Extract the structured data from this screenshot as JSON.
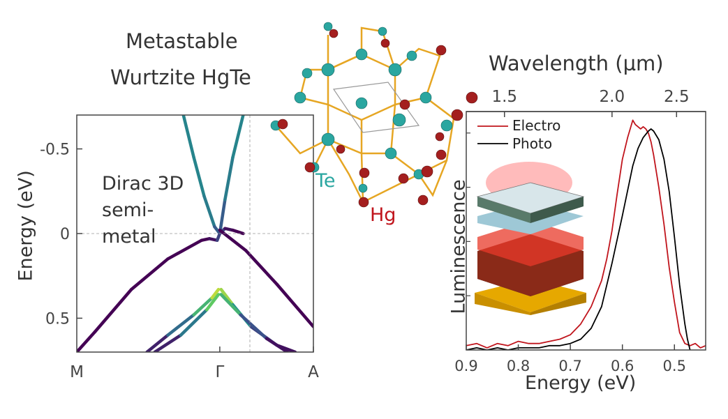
{
  "headline": {
    "line1": "Metastable",
    "line2": "Wurtzite HgTe"
  },
  "atoms": {
    "te": "Te",
    "hg": "Hg"
  },
  "band_annotation": {
    "line1": "Dirac 3D",
    "line2": "semi-",
    "line3": "metal"
  },
  "colors": {
    "te": "#2aa6a0",
    "hg": "#a41f1f",
    "bond": "#e6a623",
    "electro": "#c0141c",
    "photo": "#000000"
  },
  "chart_data": [
    {
      "type": "line",
      "ylabel": "Energy (eV)",
      "ylim": [
        0.7,
        -0.7
      ],
      "yticks": [
        {
          "v": -0.5,
          "label": "-0.5"
        },
        {
          "v": 0,
          "label": "0"
        },
        {
          "v": 0.5,
          "label": "0.5"
        }
      ],
      "xticks": [
        {
          "v": 0,
          "label": "M"
        },
        {
          "v": 1,
          "label": "Γ"
        },
        {
          "v": 1.36,
          "label": "A"
        }
      ],
      "xlim": [
        0,
        1.36
      ],
      "visible_xlim": [
        0.45,
        1.36
      ],
      "series": [
        {
          "x": [
            0.86,
            0.9,
            0.94,
            0.98,
            1.0
          ],
          "y": [
            -0.7,
            -0.45,
            -0.22,
            -0.04,
            0.0
          ],
          "cvals": [
            0.45,
            0.45,
            0.45,
            0.38,
            0.2
          ]
        },
        {
          "x": [
            1.0,
            1.02,
            1.05,
            1.09
          ],
          "y": [
            0.0,
            -0.2,
            -0.45,
            -0.7
          ],
          "cvals": [
            0.2,
            0.38,
            0.45,
            0.45
          ]
        },
        {
          "x": [
            0.93,
            0.96,
            0.99,
            1.0,
            1.02,
            1.05,
            1.09
          ],
          "y": [
            0.04,
            0.03,
            0.04,
            0.0,
            -0.03,
            -0.02,
            0.0
          ],
          "cvals": [
            0,
            0,
            0.1,
            0.3,
            0.1,
            0,
            0
          ]
        },
        {
          "x": [
            1.0,
            1.1,
            1.22,
            1.36
          ],
          "y": [
            -0.02,
            0.1,
            0.3,
            0.55
          ],
          "cvals": [
            0,
            0,
            0,
            0
          ]
        },
        {
          "x": [
            0.93,
            0.8,
            0.66,
            0.52,
            0.45
          ],
          "y": [
            0.04,
            0.15,
            0.33,
            0.58,
            0.7
          ],
          "cvals": [
            0,
            0,
            0,
            0,
            0
          ]
        },
        {
          "x": [
            0.72,
            0.8,
            0.9,
            0.97,
            0.995
          ],
          "y": [
            0.7,
            0.6,
            0.48,
            0.38,
            0.33
          ],
          "cvals": [
            0,
            0.2,
            0.5,
            0.8,
            1
          ]
        },
        {
          "x": [
            1.005,
            1.05,
            1.12,
            1.22,
            1.29
          ],
          "y": [
            0.33,
            0.42,
            0.55,
            0.66,
            0.7
          ],
          "cvals": [
            1,
            0.7,
            0.3,
            0.1,
            0
          ]
        },
        {
          "x": [
            0.75,
            0.85,
            0.95,
            0.995
          ],
          "y": [
            0.7,
            0.6,
            0.45,
            0.36
          ],
          "cvals": [
            0,
            0.2,
            0.6,
            0.9
          ]
        },
        {
          "x": [
            1.005,
            1.08,
            1.18,
            1.26
          ],
          "y": [
            0.36,
            0.48,
            0.62,
            0.7
          ],
          "cvals": [
            0.9,
            0.4,
            0.1,
            0
          ]
        }
      ]
    },
    {
      "type": "line",
      "xlabel": "Energy (eV)",
      "ylabel": "Luminescence",
      "xlim": [
        0.9,
        0.44
      ],
      "ylim": [
        0,
        1.1
      ],
      "xticks": [
        {
          "v": 0.9,
          "label": "0.9"
        },
        {
          "v": 0.8,
          "label": "0.8"
        },
        {
          "v": 0.7,
          "label": "0.7"
        },
        {
          "v": 0.6,
          "label": "0.6"
        },
        {
          "v": 0.5,
          "label": "0.5"
        }
      ],
      "top_axis": {
        "label": "Wavelength (µm)",
        "ticks": [
          {
            "v": 1.5,
            "label": "1.5"
          },
          {
            "v": 2.0,
            "label": "2.0"
          },
          {
            "v": 2.5,
            "label": "2.5"
          }
        ]
      },
      "legend_position": "top-left",
      "series": [
        {
          "name": "Electro",
          "x": [
            0.9,
            0.88,
            0.86,
            0.84,
            0.82,
            0.8,
            0.78,
            0.76,
            0.74,
            0.72,
            0.7,
            0.68,
            0.66,
            0.64,
            0.63,
            0.62,
            0.61,
            0.6,
            0.59,
            0.58,
            0.575,
            0.57,
            0.565,
            0.56,
            0.555,
            0.55,
            0.545,
            0.54,
            0.53,
            0.52,
            0.51,
            0.5,
            0.49,
            0.48,
            0.47,
            0.46,
            0.45,
            0.44
          ],
          "y": [
            0.02,
            0.03,
            0.01,
            0.03,
            0.02,
            0.04,
            0.03,
            0.03,
            0.04,
            0.05,
            0.07,
            0.12,
            0.2,
            0.32,
            0.42,
            0.55,
            0.72,
            0.88,
            0.98,
            1.06,
            1.04,
            1.03,
            1.02,
            1.03,
            1.02,
            1.0,
            0.96,
            0.9,
            0.75,
            0.58,
            0.38,
            0.22,
            0.08,
            0.03,
            0.02,
            0.03,
            0.01,
            0.02
          ]
        },
        {
          "name": "Photo",
          "x": [
            0.9,
            0.88,
            0.86,
            0.84,
            0.82,
            0.8,
            0.78,
            0.76,
            0.74,
            0.72,
            0.7,
            0.68,
            0.66,
            0.64,
            0.62,
            0.6,
            0.58,
            0.57,
            0.56,
            0.55,
            0.545,
            0.54,
            0.53,
            0.52,
            0.51,
            0.5,
            0.49,
            0.48,
            0.475,
            0.47
          ],
          "y": [
            0.0,
            0.01,
            0.0,
            0.01,
            0.0,
            0.01,
            0.01,
            0.01,
            0.02,
            0.02,
            0.03,
            0.05,
            0.1,
            0.2,
            0.4,
            0.62,
            0.85,
            0.93,
            0.98,
            1.01,
            1.02,
            1.01,
            0.97,
            0.88,
            0.73,
            0.52,
            0.3,
            0.12,
            0.05,
            0.0
          ]
        }
      ]
    }
  ]
}
